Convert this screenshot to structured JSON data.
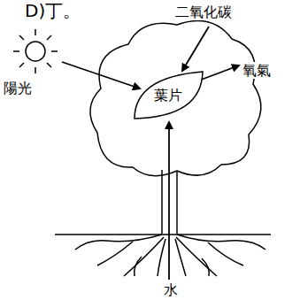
{
  "diagram": {
    "nodes": [
      {
        "text": [
          "葉片"
        ]
      }
    ],
    "labels": [
      "D)丁。",
      "二氧化碳",
      "陽光",
      "氧氣",
      "水"
    ]
  }
}
